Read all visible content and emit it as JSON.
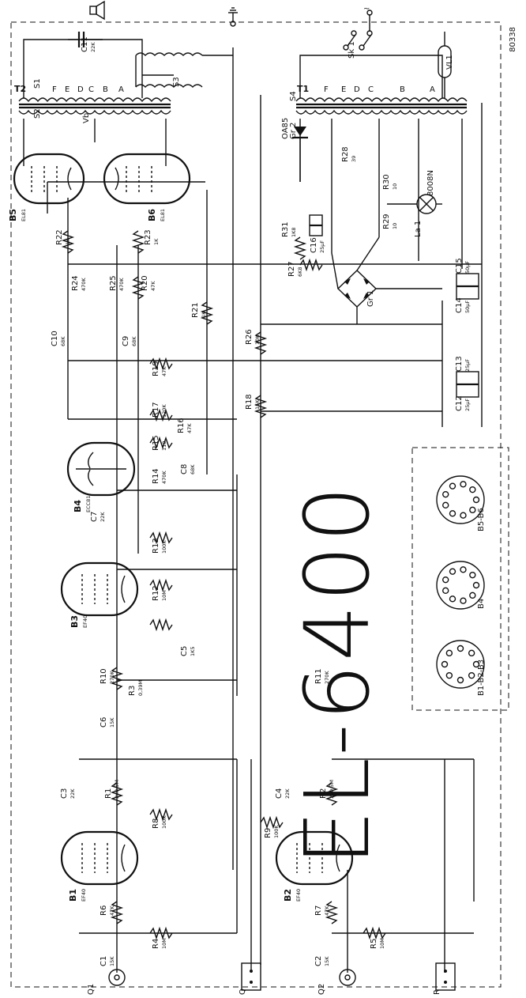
{
  "title": "EL-6400",
  "drawing_number": "80338",
  "tubes": [
    {
      "ref": "B1",
      "type": "EF40"
    },
    {
      "ref": "B2",
      "type": "EF40"
    },
    {
      "ref": "B3",
      "type": "EF40"
    },
    {
      "ref": "B4",
      "type": "ECC81"
    },
    {
      "ref": "B5",
      "type": "EL81"
    },
    {
      "ref": "B6",
      "type": "EL81"
    }
  ],
  "resistors": [
    {
      "ref": "R1",
      "value": "2x0,5M"
    },
    {
      "ref": "R2",
      "value": "2x0,5M"
    },
    {
      "ref": "R3",
      "value": "0,39M"
    },
    {
      "ref": "R4",
      "value": "10M"
    },
    {
      "ref": "R5",
      "value": "10M"
    },
    {
      "ref": "R6",
      "value": "47K"
    },
    {
      "ref": "R7",
      "value": "47K"
    },
    {
      "ref": "R8",
      "value": "100K"
    },
    {
      "ref": "R9",
      "value": "100K"
    },
    {
      "ref": "R10",
      "value": "270K"
    },
    {
      "ref": "R11",
      "value": "270K"
    },
    {
      "ref": "R12",
      "value": "10M"
    },
    {
      "ref": "R13",
      "value": "100K"
    },
    {
      "ref": "R14",
      "value": "470K"
    },
    {
      "ref": "R15",
      "value": "110"
    },
    {
      "ref": "R16",
      "value": "47K"
    },
    {
      "ref": "R17",
      "value": "120K"
    },
    {
      "ref": "R18",
      "value": "15K"
    },
    {
      "ref": "R19",
      "value": "47K"
    },
    {
      "ref": "R20",
      "value": "47K"
    },
    {
      "ref": "R21",
      "value": "1K"
    },
    {
      "ref": "R22",
      "value": "1K"
    },
    {
      "ref": "R23",
      "value": "1K"
    },
    {
      "ref": "R24",
      "value": "470K"
    },
    {
      "ref": "R25",
      "value": "470K"
    },
    {
      "ref": "R26",
      "value": "10K"
    },
    {
      "ref": "R27",
      "value": "6K8"
    },
    {
      "ref": "R28",
      "value": "39"
    },
    {
      "ref": "R29",
      "value": "10"
    },
    {
      "ref": "R30",
      "value": "10"
    },
    {
      "ref": "R31",
      "value": "1K8"
    }
  ],
  "capacitors": [
    {
      "ref": "C1",
      "value": "15K"
    },
    {
      "ref": "C2",
      "value": "15K"
    },
    {
      "ref": "C3",
      "value": "22K"
    },
    {
      "ref": "C4",
      "value": "22K"
    },
    {
      "ref": "C5",
      "value": "1K5"
    },
    {
      "ref": "C6",
      "value": "15K"
    },
    {
      "ref": "C7",
      "value": "22K"
    },
    {
      "ref": "C8",
      "value": "68K"
    },
    {
      "ref": "C9",
      "value": "68K"
    },
    {
      "ref": "C10",
      "value": "68K"
    },
    {
      "ref": "C11",
      "value": "22K"
    },
    {
      "ref": "C12",
      "value": "25µF"
    },
    {
      "ref": "C13",
      "value": "25µF"
    },
    {
      "ref": "C14",
      "value": "50µF"
    },
    {
      "ref": "C15",
      "value": "50µF"
    },
    {
      "ref": "C16",
      "value": "25µF"
    }
  ],
  "misc": {
    "t1": "T1",
    "t2": "T2",
    "sk1": "Sk 1",
    "vl1": "VL1",
    "gr1": "Gr 1",
    "gr2": "Gr 2",
    "gr2_type": "OA85",
    "la1": "La 1",
    "la1_type": "8008N",
    "vb": "Vb",
    "s1": "S1",
    "s2": "S2",
    "s3": "S3",
    "s4": "S4",
    "q": "Q",
    "r": "R",
    "q1": "Q1",
    "q2": "Q2"
  },
  "transformer_taps": [
    "F",
    "E",
    "D",
    "C",
    "B",
    "A"
  ],
  "sockets": [
    {
      "label": "B1-B2-B3"
    },
    {
      "label": "B4"
    },
    {
      "label": "B5-B6"
    }
  ]
}
